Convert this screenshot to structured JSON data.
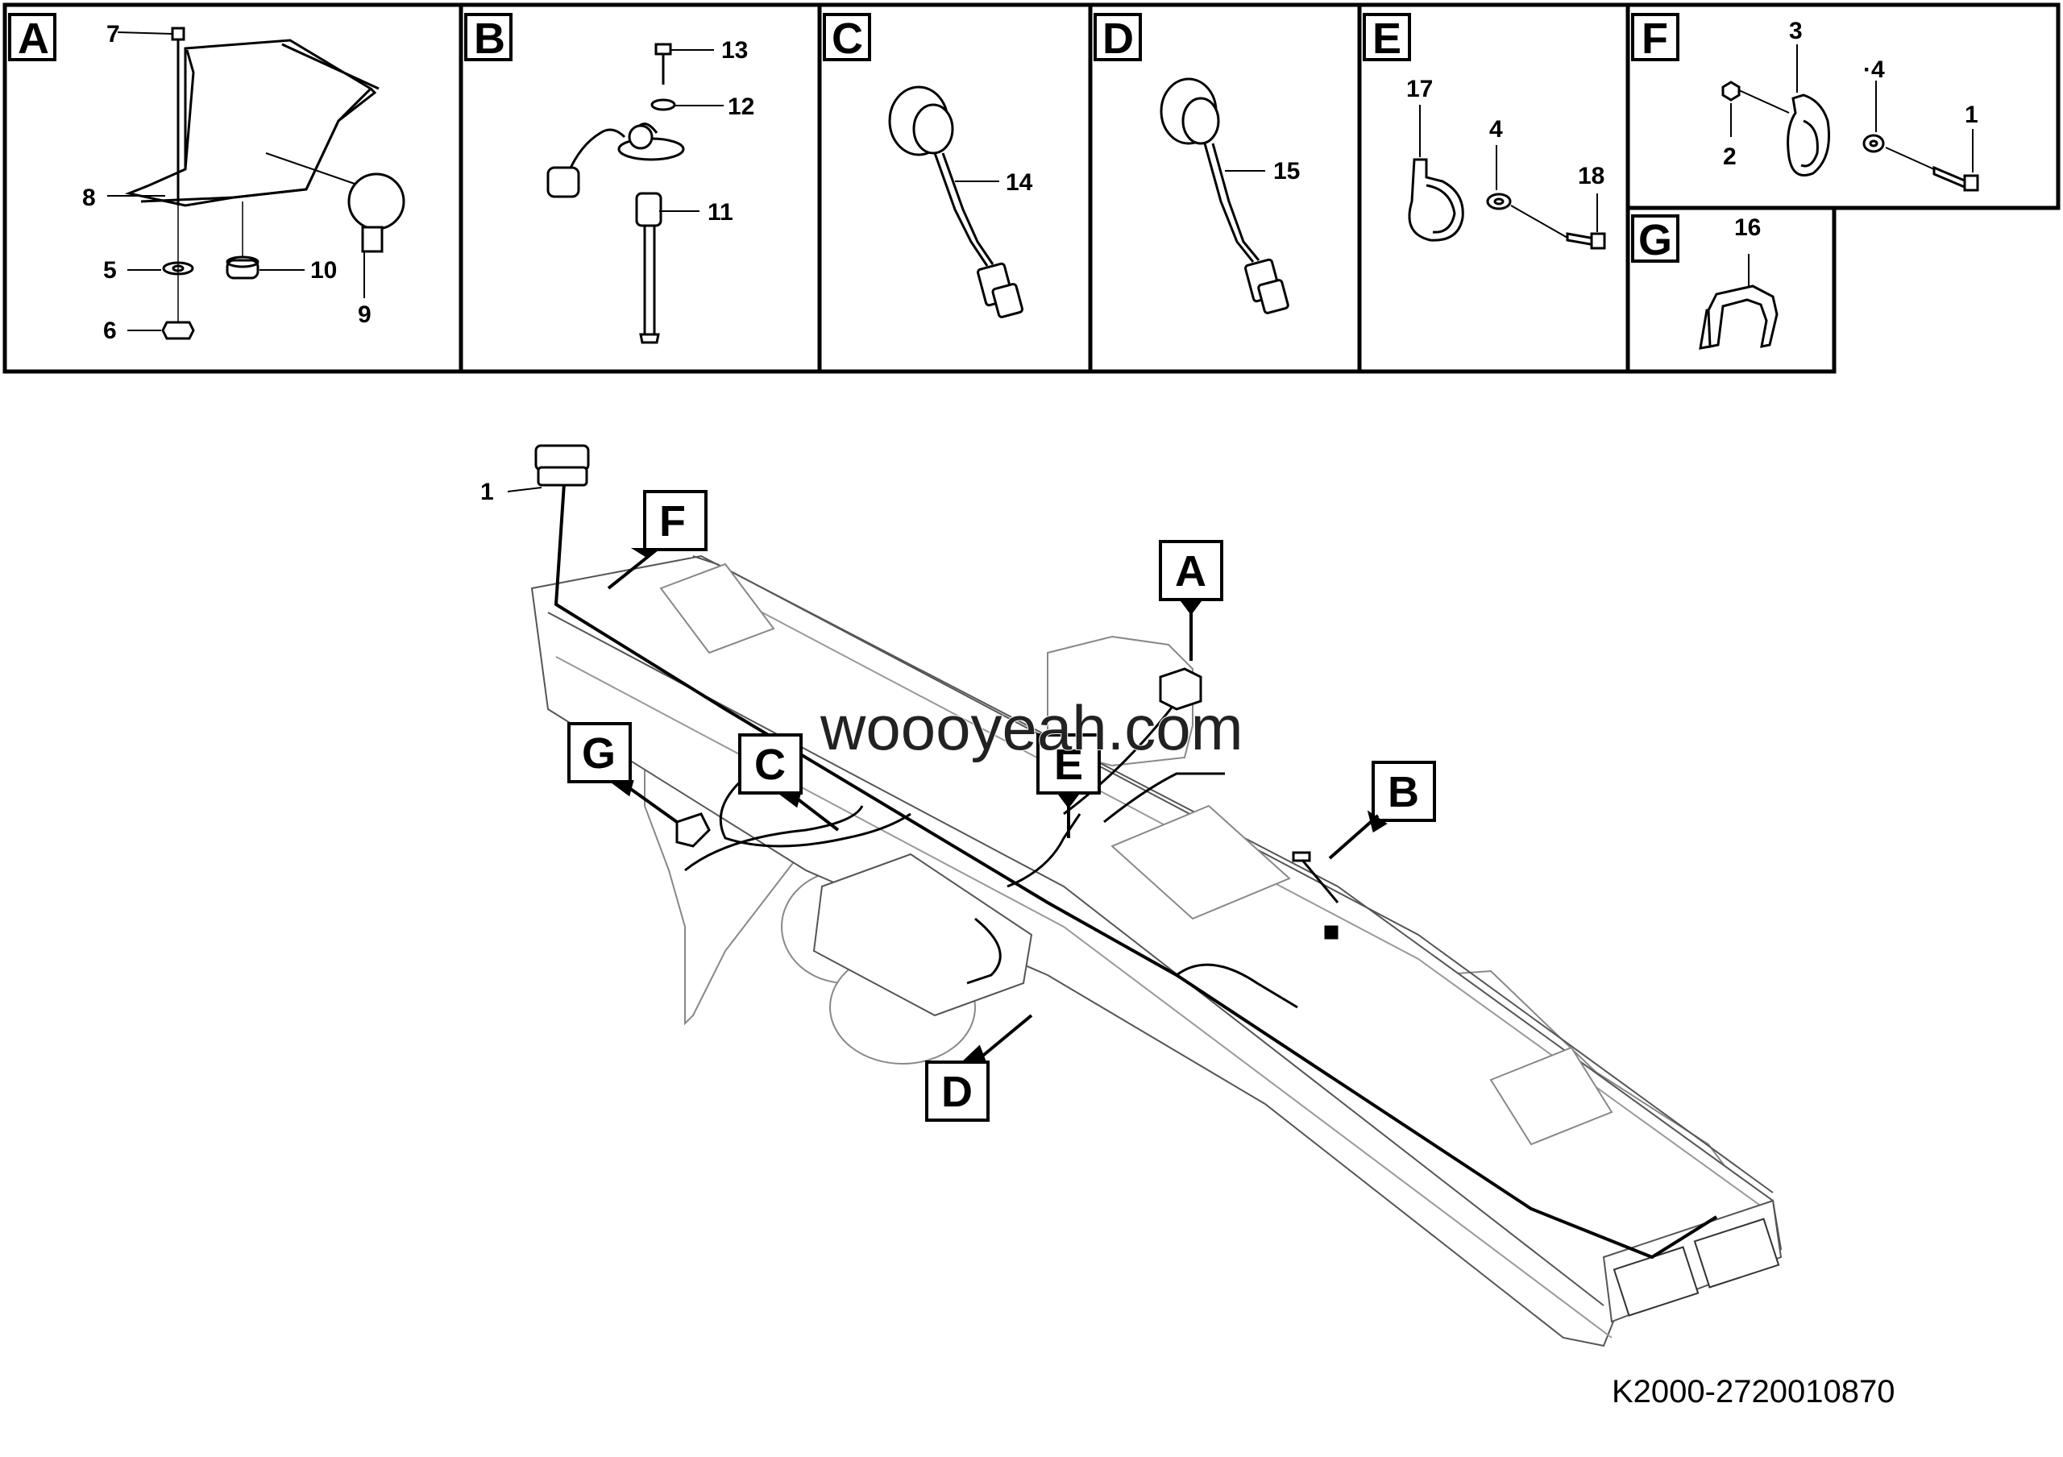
{
  "panels": [
    {
      "letter": "A",
      "parts": [
        "7",
        "8",
        "5",
        "6",
        "10",
        "9"
      ]
    },
    {
      "letter": "B",
      "parts": [
        "13",
        "12",
        "11"
      ]
    },
    {
      "letter": "C",
      "parts": [
        "14"
      ]
    },
    {
      "letter": "D",
      "parts": [
        "15"
      ]
    },
    {
      "letter": "E",
      "parts": [
        "17",
        "4",
        "18"
      ]
    },
    {
      "letter": "F",
      "parts": [
        "3",
        "·4",
        "2",
        "1"
      ]
    },
    {
      "letter": "G",
      "parts": [
        "16"
      ]
    }
  ],
  "callouts": {
    "A": "A",
    "B": "B",
    "C": "C",
    "D": "D",
    "E": "E",
    "F": "F",
    "G": "G",
    "part1": "1"
  },
  "watermark": "woooyeah.com",
  "drawing_code": "K2000-2720010870"
}
